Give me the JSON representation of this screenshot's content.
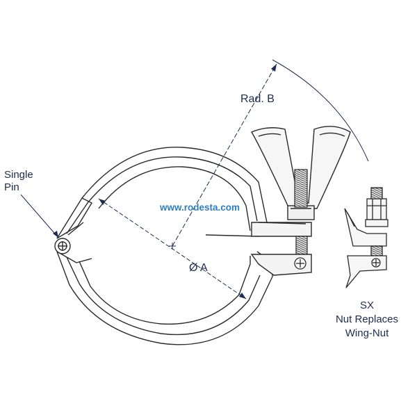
{
  "labels": {
    "single_pin_line1": "Single",
    "single_pin_line2": "Pin",
    "rad_b": "Rad. B",
    "diameter": "Ø A",
    "sx_line1": "SX",
    "sx_line2": "Nut Replaces",
    "sx_line3": "Wing-Nut"
  },
  "watermark": "www.rodesta.com",
  "colors": {
    "outline": "#2a2a2a",
    "dimension": "#1d2b4f",
    "watermark": "#2f7fc0",
    "metal_fill": "#f2f2f2",
    "thread": "#555555"
  }
}
